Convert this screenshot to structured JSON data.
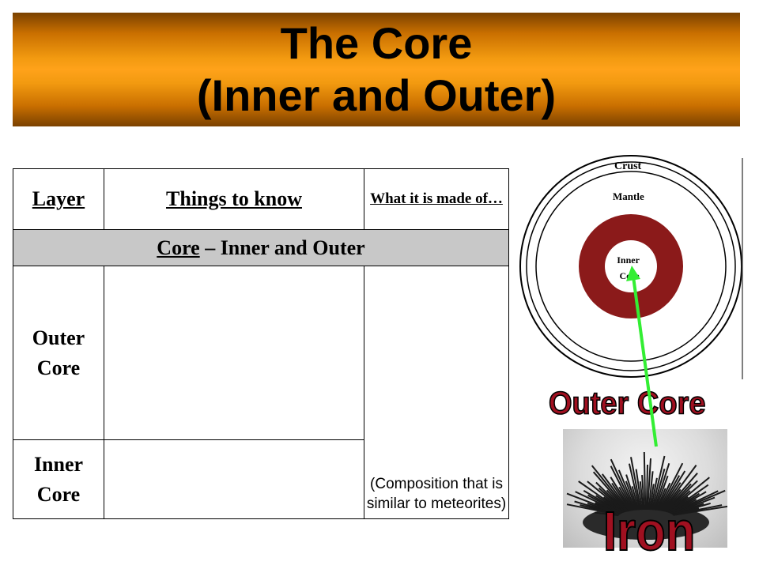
{
  "title": {
    "line1": "The Core",
    "line2": "(Inner and Outer)"
  },
  "table": {
    "headers": {
      "layer": "Layer",
      "things": "Things to know",
      "made_of": "What it is made of…"
    },
    "section": {
      "underlined": "Core",
      "rest": " – Inner and Outer"
    },
    "rows": [
      {
        "layer": "Outer Core",
        "things": ""
      },
      {
        "layer": "Inner Core",
        "things": ""
      }
    ],
    "composition": "(Composition that is similar to meteorites)"
  },
  "diagram": {
    "labels": {
      "crust": "Crust",
      "mantle": "Mantle",
      "inner_core": "Inner Core"
    },
    "colors": {
      "outer_core": "#8b1a1a",
      "arrow": "#33ee33"
    }
  },
  "captions": {
    "outer_core": "Outer Core",
    "iron": "Iron"
  }
}
